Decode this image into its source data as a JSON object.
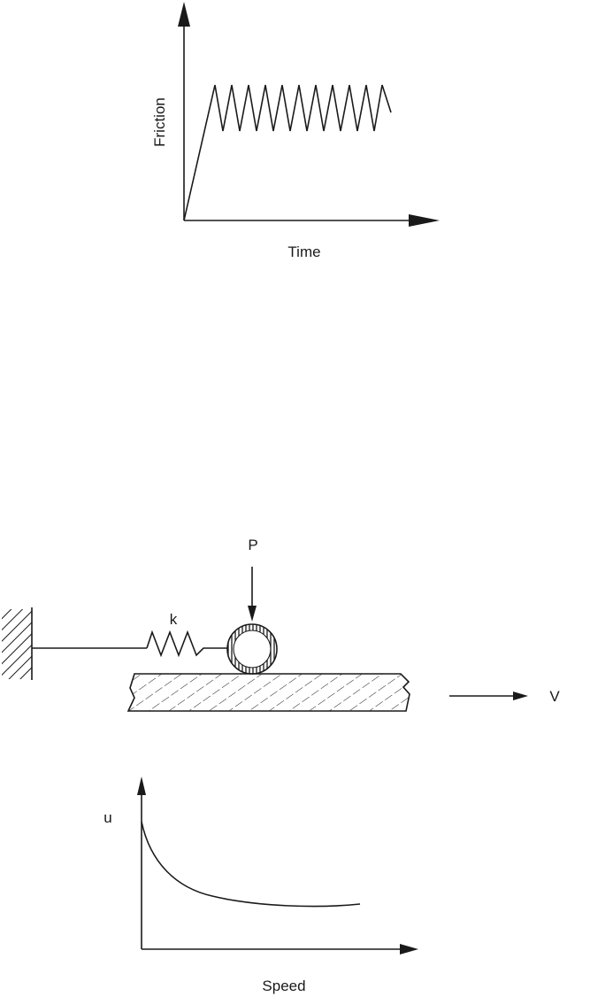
{
  "figure_top": {
    "y_axis_label": "Friction",
    "x_axis_label": "Time"
  },
  "figure_middle": {
    "load_label": "P",
    "spring_label": "k",
    "velocity_label": "V"
  },
  "figure_bottom": {
    "y_axis_label": "u",
    "x_axis_label": "Speed"
  }
}
